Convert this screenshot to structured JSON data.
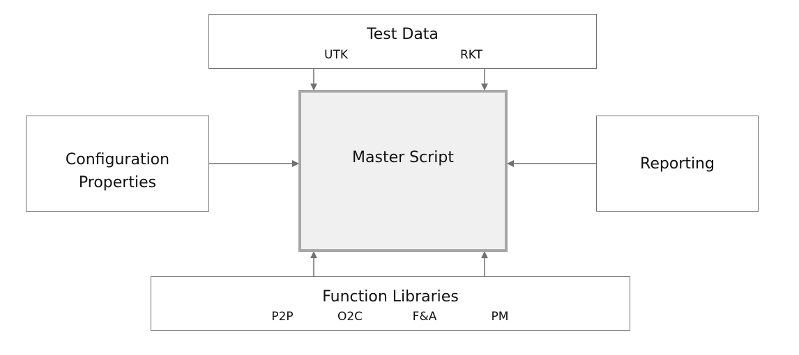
{
  "nodes": {
    "test_data": {
      "label": "Test Data",
      "items": [
        "UTK",
        "RKT"
      ]
    },
    "configuration": {
      "label_line1": "Configuration",
      "label_line2": "Properties"
    },
    "master_script": {
      "label": "Master Script"
    },
    "reporting": {
      "label": "Reporting"
    },
    "function_libraries": {
      "label": "Function Libraries",
      "items": [
        "P2P",
        "O2C",
        "F&A",
        "PM"
      ]
    }
  },
  "colors": {
    "box_border": "#6e6e6e",
    "master_border": "#a6a6a6",
    "master_fill": "#f0f0f0",
    "arrow": "#707070"
  }
}
